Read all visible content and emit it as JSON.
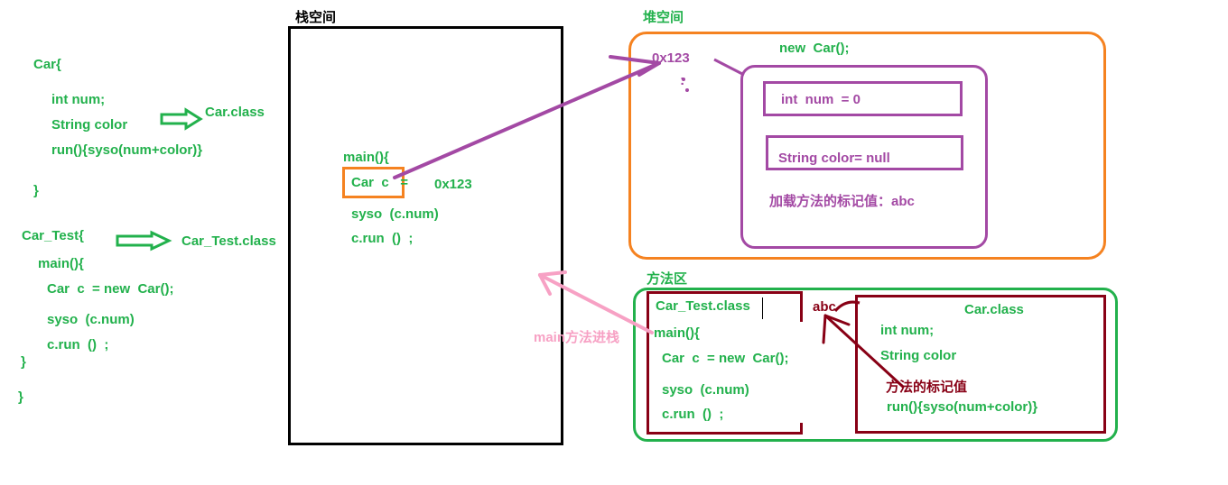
{
  "left_code": {
    "car_open": "Car{",
    "car_field_num": "int num;",
    "car_field_color": "String color",
    "car_method": "run(){syso(num+color)}",
    "car_close": "}",
    "car_class_label": "Car.class",
    "test_open": "Car_Test{",
    "test_class_label": "Car_Test.class",
    "test_main": "main(){",
    "test_new": "Car  c  = new  Car();",
    "test_syso": "syso  (c.num)",
    "test_run": "c.run  ()  ;",
    "test_close1": "}",
    "test_close2": "}"
  },
  "stack": {
    "title": "栈空间",
    "main": "main(){",
    "var": "Car  c   =",
    "addr": "0x123",
    "syso": "syso  (c.num)",
    "run": "c.run  ()  ;"
  },
  "heap": {
    "title": "堆空间",
    "addr": "0x123",
    "dots": ":",
    "new_car": "new  Car();",
    "field_num": "int  num  = 0",
    "field_color": "String color= null",
    "method_mark": "加载方法的标记值：abc"
  },
  "method_area": {
    "title": "方法区",
    "test_class": "Car_Test.class",
    "test_main": "main(){",
    "test_new": "Car  c  = new  Car();",
    "test_syso": "syso  (c.num)",
    "test_run": "c.run  ()  ;",
    "abc": "abc",
    "car_class": "Car.class",
    "car_num": "int num;",
    "car_color": "String color",
    "mark_label": "方法的标记值",
    "car_run": "run(){syso(num+color)}"
  },
  "annotations": {
    "main_push": "main方法进栈"
  },
  "colors": {
    "green": "#22b14c",
    "purple": "#a349a4",
    "orange": "#f58220",
    "maroon": "#880015",
    "pink": "#f7a1c4",
    "black": "#000000"
  }
}
